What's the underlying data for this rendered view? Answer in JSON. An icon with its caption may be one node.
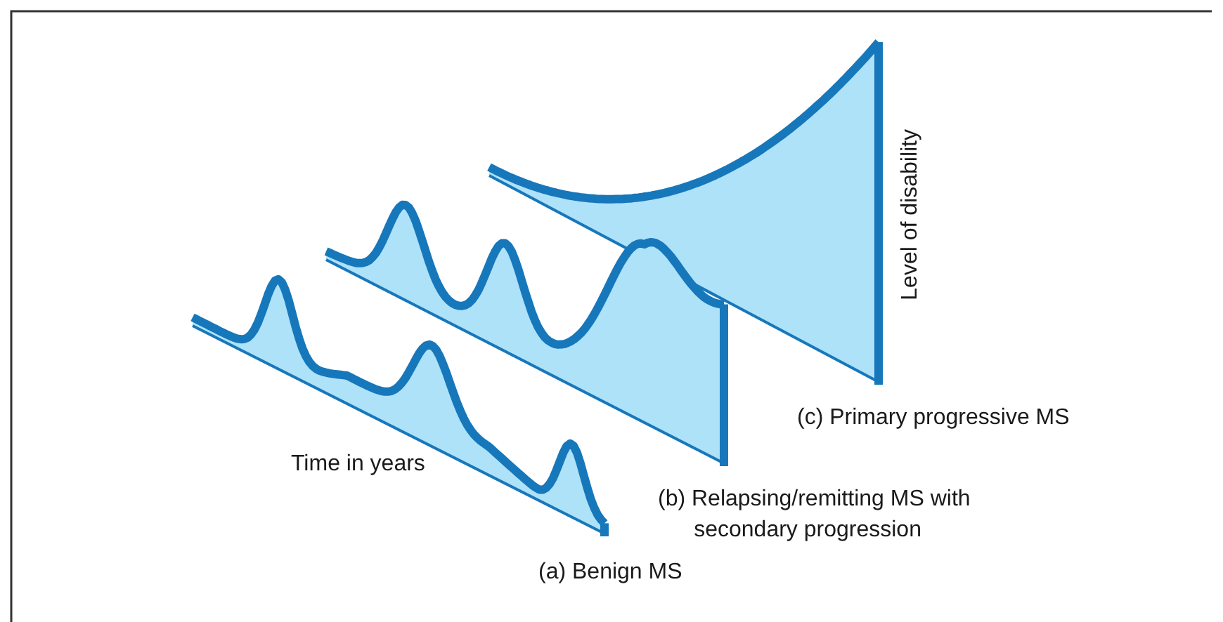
{
  "diagram": {
    "labels": [
      "Level of disability",
      "Time in years",
      "(c) Primary progressive MS",
      "(b) Relapsing/remitting MS with secondary progression",
      "(a) Benign MS"
    ]
  }
}
